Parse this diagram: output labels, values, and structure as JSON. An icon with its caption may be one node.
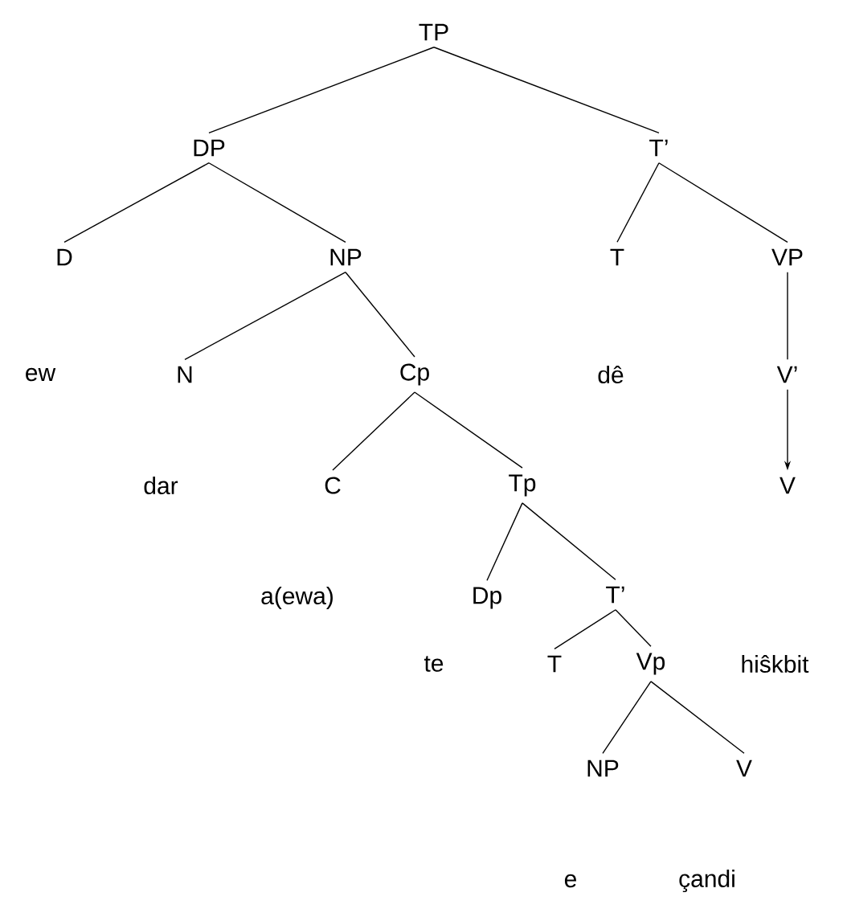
{
  "diagram": {
    "nodes": [
      {
        "text": [
          "TP"
        ]
      },
      {
        "text": [
          "DP"
        ]
      },
      {
        "text": [
          "T’"
        ]
      },
      {
        "text": [
          "D"
        ]
      },
      {
        "text": [
          "NP"
        ]
      },
      {
        "text": [
          "T"
        ]
      },
      {
        "text": [
          "VP"
        ]
      },
      {
        "text": [
          "N"
        ]
      },
      {
        "text": [
          "Cp"
        ]
      },
      {
        "text": [
          "V’"
        ]
      },
      {
        "text": [
          "C"
        ]
      },
      {
        "text": [
          "Tp"
        ]
      },
      {
        "text": [
          "V"
        ]
      },
      {
        "text": [
          "Dp"
        ]
      },
      {
        "text": [
          "T’"
        ]
      },
      {
        "text": [
          "T"
        ]
      },
      {
        "text": [
          "Vp"
        ]
      },
      {
        "text": [
          "NP"
        ]
      },
      {
        "text": [
          "V"
        ]
      }
    ],
    "edges": [
      {
        "from": 0,
        "to": 1,
        "arrow": "none"
      },
      {
        "from": 0,
        "to": 2,
        "arrow": "none"
      },
      {
        "from": 1,
        "to": 3,
        "arrow": "none"
      },
      {
        "from": 1,
        "to": 4,
        "arrow": "none"
      },
      {
        "from": 2,
        "to": 5,
        "arrow": "none"
      },
      {
        "from": 2,
        "to": 6,
        "arrow": "none"
      },
      {
        "from": 4,
        "to": 7,
        "arrow": "none"
      },
      {
        "from": 4,
        "to": 8,
        "arrow": "none"
      },
      {
        "from": 6,
        "to": 9,
        "arrow": "none"
      },
      {
        "from": 9,
        "to": 12,
        "arrow": "to"
      },
      {
        "from": 8,
        "to": 10,
        "arrow": "none"
      },
      {
        "from": 8,
        "to": 11,
        "arrow": "none"
      },
      {
        "from": 11,
        "to": 13,
        "arrow": "none"
      },
      {
        "from": 11,
        "to": 14,
        "arrow": "none"
      },
      {
        "from": 14,
        "to": 15,
        "arrow": "none"
      },
      {
        "from": 14,
        "to": 16,
        "arrow": "none"
      },
      {
        "from": 16,
        "to": 17,
        "arrow": "none"
      },
      {
        "from": 16,
        "to": 18,
        "arrow": "none"
      }
    ],
    "labels": [
      "ew",
      "dê",
      "dar",
      "a(ewa)",
      "te",
      "hiŝkbit",
      "e",
      "çandi"
    ]
  }
}
